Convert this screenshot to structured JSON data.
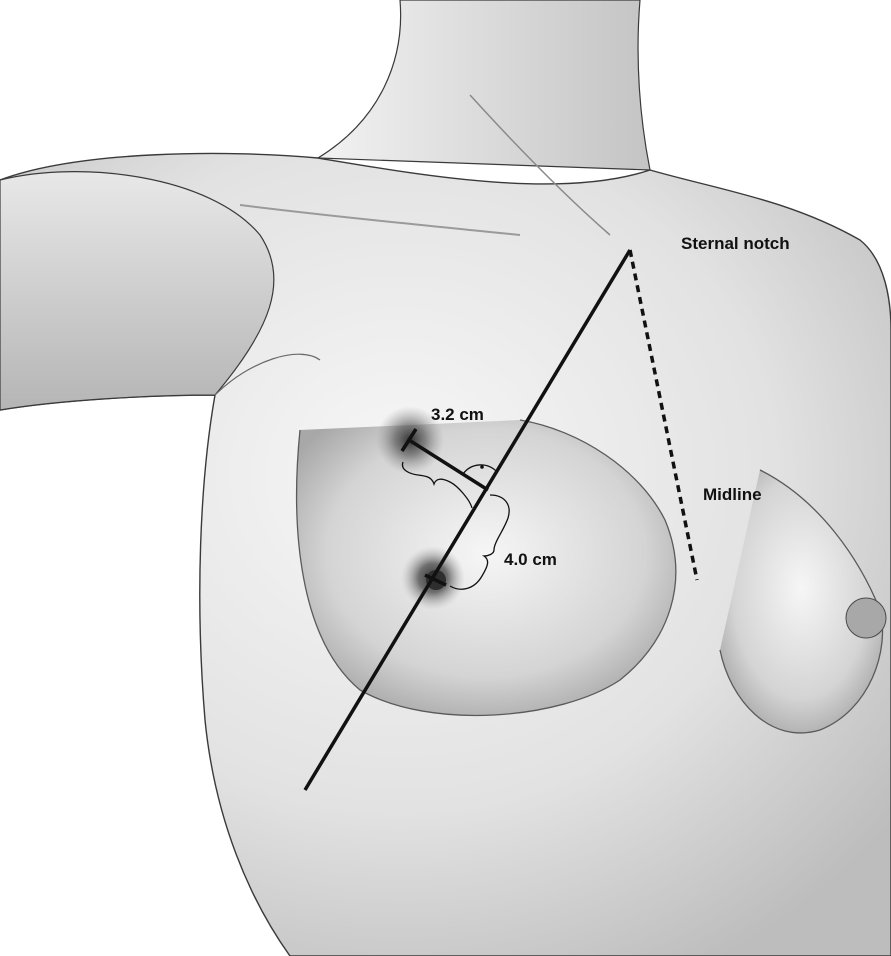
{
  "labels": {
    "sternal_notch": "Sternal notch",
    "midline": "Midline",
    "distance_perpendicular": "3.2 cm",
    "distance_along_line": "4.0 cm"
  },
  "colors": {
    "skin_light": "#f4f4f4",
    "skin_mid": "#d6d6d6",
    "skin_shadow": "#9a9a9a",
    "outline": "#3a3a3a",
    "measure_line": "#111111"
  }
}
